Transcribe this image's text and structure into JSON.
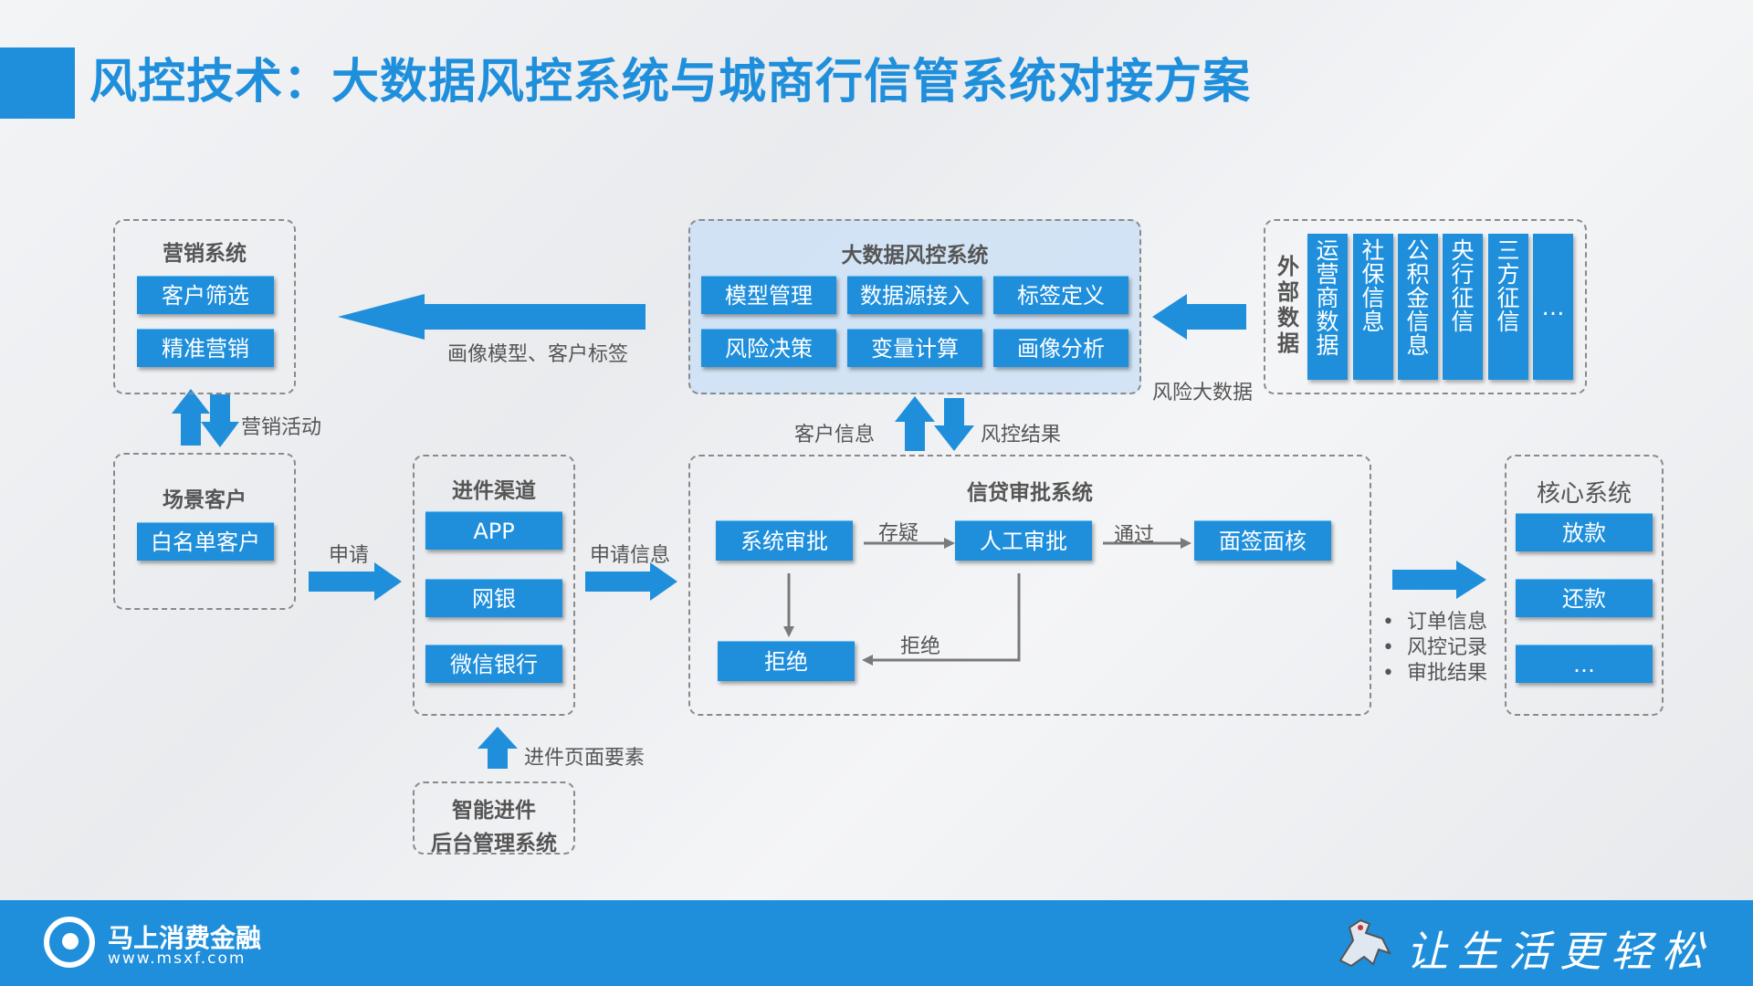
{
  "title": "风控技术：大数据风控系统与城商行信管系统对接方案",
  "colors": {
    "accent": "#1f8fdc",
    "text": "#555555",
    "panel": "#cde1f5"
  },
  "marketing": {
    "title": "营销系统",
    "items": [
      "客户筛选",
      "精准营销"
    ]
  },
  "bigdata": {
    "title": "大数据风控系统",
    "items": [
      "模型管理",
      "数据源接入",
      "标签定义",
      "风险决策",
      "变量计算",
      "画像分析"
    ]
  },
  "external": {
    "title": "外部数据",
    "items": [
      "运营商数据",
      "社保信息",
      "公积金信息",
      "央行征信",
      "三方征信",
      "..."
    ]
  },
  "scene": {
    "title": "场景客户",
    "items": [
      "白名单客户"
    ]
  },
  "channel": {
    "title": "进件渠道",
    "items": [
      "APP",
      "网银",
      "微信银行"
    ]
  },
  "credit": {
    "title": "信贷审批系统",
    "system_review": "系统审批",
    "manual_review": "人工审批",
    "interview": "面签面核",
    "reject": "拒绝"
  },
  "core": {
    "title": "核心系统",
    "items": [
      "放款",
      "还款",
      "..."
    ]
  },
  "backend": {
    "line1": "智能进件",
    "line2": "后台管理系统"
  },
  "labels": {
    "portrait_model": "画像模型、客户标签",
    "risk_bigdata": "风险大数据",
    "marketing_activity": "营销活动",
    "customer_info": "客户信息",
    "risk_result": "风控结果",
    "apply": "申请",
    "apply_info": "申请信息",
    "doubt": "存疑",
    "pass": "通过",
    "reject": "拒绝",
    "page_elements": "进件页面要素"
  },
  "output_list": [
    "订单信息",
    "风控记录",
    "审批结果"
  ],
  "footer": {
    "company": "马上消费金融",
    "url": "www.msxf.com",
    "slogan": "让生活更轻松"
  }
}
